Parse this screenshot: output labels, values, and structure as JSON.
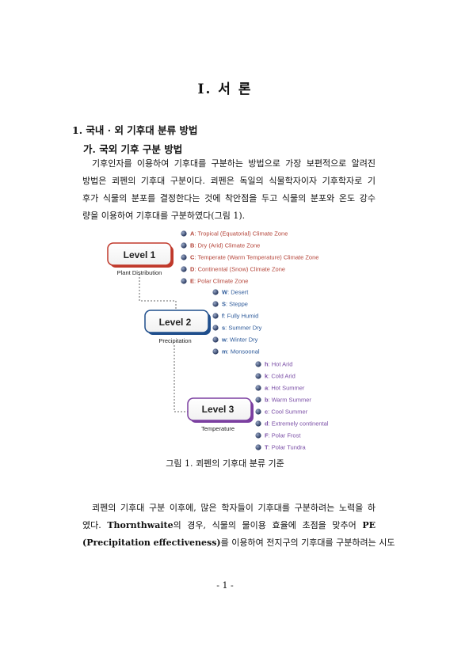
{
  "section_title": "I. 서 론",
  "heading1": "1. 국내 · 외 기후대 분류 방법",
  "heading2": "가. 국외 기후 구분 방법",
  "para1_lines": [
    "기후인자를 이용하여 기후대를 구분하는 방법으로 가장 보편적으로 알려진",
    "방법은 쾨펜의 기후대 구분이다. 쾨펜은 독일의 식물학자이자 기후학자로 기",
    "후가 식물의 분포를 결정한다는 것에 착안점을 두고 식물의 분포와 온도 강수",
    "량을 이용하여 기후대를 구분하였다(그림 1)."
  ],
  "figure": {
    "levels": [
      {
        "label": "Level 1",
        "sub": "Plant Distribution"
      },
      {
        "label": "Level 2",
        "sub": "Precipitation"
      },
      {
        "label": "Level 3",
        "sub": "Temperature"
      }
    ],
    "level1_items": [
      {
        "code": "A",
        "text": ": Tropical (Equatorial) Climate Zone"
      },
      {
        "code": "B",
        "text": ": Dry (Arid) Climate Zone"
      },
      {
        "code": "C",
        "text": ": Temperate (Warm Temperature) Climate Zone"
      },
      {
        "code": "D",
        "text": ": Continental (Snow) Climate Zone"
      },
      {
        "code": "E",
        "text": ": Polar Climate Zone"
      }
    ],
    "level2_items": [
      {
        "code": "W",
        "text": ": Desert"
      },
      {
        "code": "S",
        "text": ": Steppe"
      },
      {
        "code": "f",
        "text": ": Fully Humid"
      },
      {
        "code": "s",
        "text": ": Summer Dry"
      },
      {
        "code": "w",
        "text": ": Winter Dry"
      },
      {
        "code": "m",
        "text": ": Monsoonal"
      }
    ],
    "level3_items": [
      {
        "code": "h",
        "text": ": Hot Arid"
      },
      {
        "code": "k",
        "text": ": Cold Arid"
      },
      {
        "code": "a",
        "text": ": Hot Summer"
      },
      {
        "code": "b",
        "text": ": Warm Summer"
      },
      {
        "code": "c",
        "text": ": Cool Summer"
      },
      {
        "code": "d",
        "text": ": Extremely continental"
      },
      {
        "code": "F",
        "text": ": Polar Frost"
      },
      {
        "code": "T",
        "text": ": Polar Tundra"
      }
    ],
    "colors": {
      "level1": "#c0392b",
      "level2": "#1f4e8c",
      "level3": "#7b3fa0",
      "level1_text": "#b5453a",
      "level2_text": "#2d5a9a",
      "level3_text": "#7a4ea6"
    }
  },
  "caption": "그림 1. 쾨펜의 기후대 분류 기준",
  "para2_lines": [
    "쾨펜의 기후대 구분 이후에, 많은 학자들이 기후대를 구분하려는 노력을 하",
    "였다. Thornthwaite의 경우, 식물의 물이용 효율에 초점을 맞추어 PE",
    "(Precipitation effectiveness)를 이용하여 전지구의 기후대를 구분하려는 시도"
  ],
  "page_number": "- 1 -"
}
